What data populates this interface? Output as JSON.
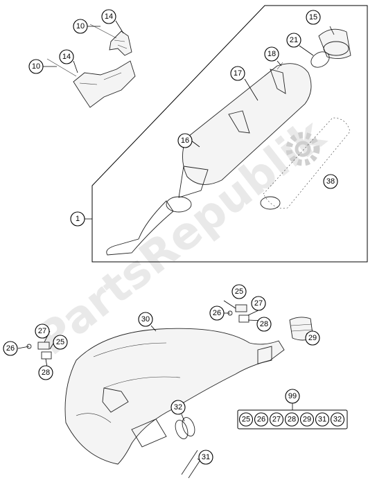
{
  "watermark": "PartsRepublik",
  "callouts": {
    "c10a": "10",
    "c14a": "14",
    "c10b": "10",
    "c14b": "14",
    "c15": "15",
    "c21": "21",
    "c18": "18",
    "c17": "17",
    "c16": "16",
    "c38": "38",
    "c1": "1",
    "c25a": "25",
    "c27a": "27",
    "c26a": "26",
    "c28a": "28",
    "c29": "29",
    "c30": "30",
    "c27b": "27",
    "c26b": "26",
    "c25b": "25",
    "c28b": "28",
    "c32": "32",
    "c31": "31",
    "c99": "99"
  },
  "kit_99_contents": [
    "25",
    "26",
    "27",
    "28",
    "29",
    "31",
    "32"
  ]
}
